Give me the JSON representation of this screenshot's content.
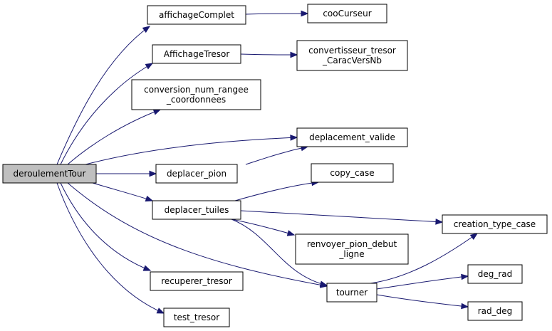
{
  "graph": {
    "nodes": {
      "deroulementTour": {
        "lines": [
          "deroulementTour"
        ]
      },
      "affichageComplet": {
        "lines": [
          "affichageComplet"
        ]
      },
      "AffichageTresor": {
        "lines": [
          "AffichageTresor"
        ]
      },
      "conversion": {
        "lines": [
          "conversion_num_rangee",
          "_coordonnees"
        ]
      },
      "deplacer_pion": {
        "lines": [
          "deplacer_pion"
        ]
      },
      "deplacer_tuiles": {
        "lines": [
          "deplacer_tuiles"
        ]
      },
      "recuperer_tresor": {
        "lines": [
          "recuperer_tresor"
        ]
      },
      "test_tresor": {
        "lines": [
          "test_tresor"
        ]
      },
      "cooCurseur": {
        "lines": [
          "cooCurseur"
        ]
      },
      "convertisseur": {
        "lines": [
          "convertisseur_tresor",
          "_CaracVersNb"
        ]
      },
      "deplacement_valide": {
        "lines": [
          "deplacement_valide"
        ]
      },
      "copy_case": {
        "lines": [
          "copy_case"
        ]
      },
      "creation_type_case": {
        "lines": [
          "creation_type_case"
        ]
      },
      "renvoyer": {
        "lines": [
          "renvoyer_pion_debut",
          "_ligne"
        ]
      },
      "tourner": {
        "lines": [
          "tourner"
        ]
      },
      "deg_rad": {
        "lines": [
          "deg_rad"
        ]
      },
      "rad_deg": {
        "lines": [
          "rad_deg"
        ]
      }
    },
    "edges": [
      [
        "deroulementTour",
        "affichageComplet"
      ],
      [
        "deroulementTour",
        "AffichageTresor"
      ],
      [
        "deroulementTour",
        "conversion"
      ],
      [
        "deroulementTour",
        "deplacement_valide"
      ],
      [
        "deroulementTour",
        "deplacer_pion"
      ],
      [
        "deroulementTour",
        "deplacer_tuiles"
      ],
      [
        "deroulementTour",
        "tourner"
      ],
      [
        "deroulementTour",
        "recuperer_tresor"
      ],
      [
        "deroulementTour",
        "test_tresor"
      ],
      [
        "affichageComplet",
        "cooCurseur"
      ],
      [
        "AffichageTresor",
        "convertisseur"
      ],
      [
        "deplacer_pion",
        "deplacement_valide"
      ],
      [
        "deplacer_tuiles",
        "copy_case"
      ],
      [
        "deplacer_tuiles",
        "creation_type_case"
      ],
      [
        "deplacer_tuiles",
        "renvoyer"
      ],
      [
        "deplacer_tuiles",
        "tourner"
      ],
      [
        "tourner",
        "creation_type_case"
      ],
      [
        "tourner",
        "deg_rad"
      ],
      [
        "tourner",
        "rad_deg"
      ]
    ],
    "colors": {
      "edge": "#191970",
      "root_fill": "#bfbfbf",
      "node_fill": "#ffffff",
      "border": "#000000"
    }
  }
}
